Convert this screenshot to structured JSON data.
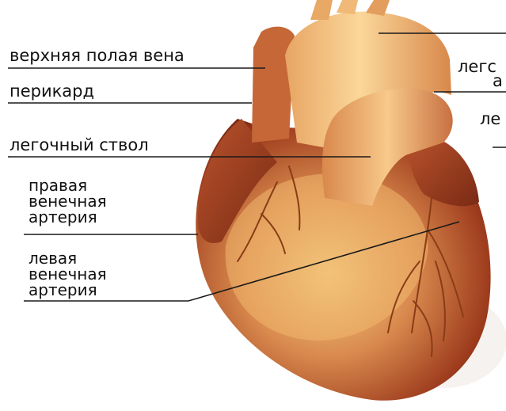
{
  "labels": {
    "superior_vena_cava": "верхняя полая вена",
    "pericardium": "перикард",
    "pulmonary_trunk": "легочный ствол",
    "right_coronary_line1": "правая",
    "right_coronary_line2": "венечная",
    "right_coronary_line3": "артерия",
    "left_coronary_line1": "левая",
    "left_coronary_line2": "венечная",
    "left_coronary_line3": "артерия",
    "right_partial_1": "легс",
    "right_partial_1b": "а",
    "right_partial_2": "ле"
  },
  "colors": {
    "heart_main": "#c7673d",
    "heart_light": "#f2c27a",
    "heart_dark": "#7e2a14",
    "vessel": "#f3c07f",
    "leader_line": "#1a1a1a"
  }
}
